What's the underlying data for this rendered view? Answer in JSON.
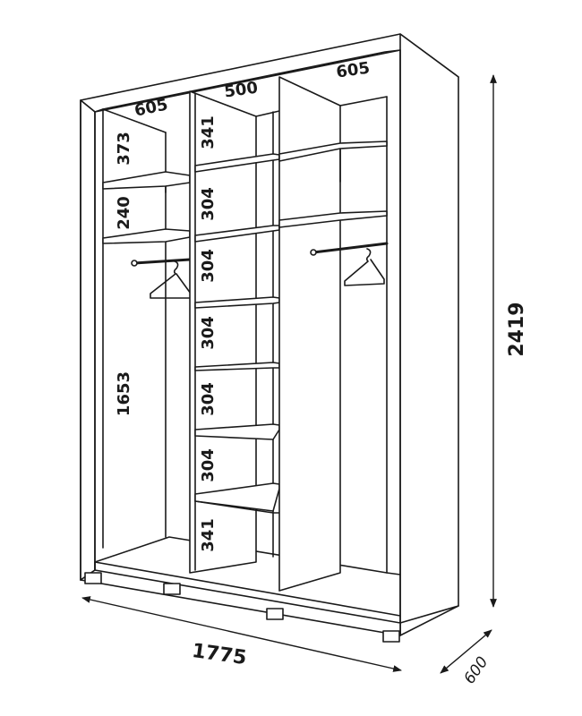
{
  "colors": {
    "line": "#1a1a1a",
    "background": "#ffffff"
  },
  "overall": {
    "width": "1775",
    "height": "2419",
    "depth": "600"
  },
  "sections": {
    "left_width": "605",
    "middle_width": "500",
    "right_width": "605"
  },
  "left_column": {
    "top_shelf": "373",
    "second_shelf": "240",
    "hanging": "1653"
  },
  "middle_column": [
    "341",
    "304",
    "304",
    "304",
    "304",
    "304",
    "341"
  ]
}
